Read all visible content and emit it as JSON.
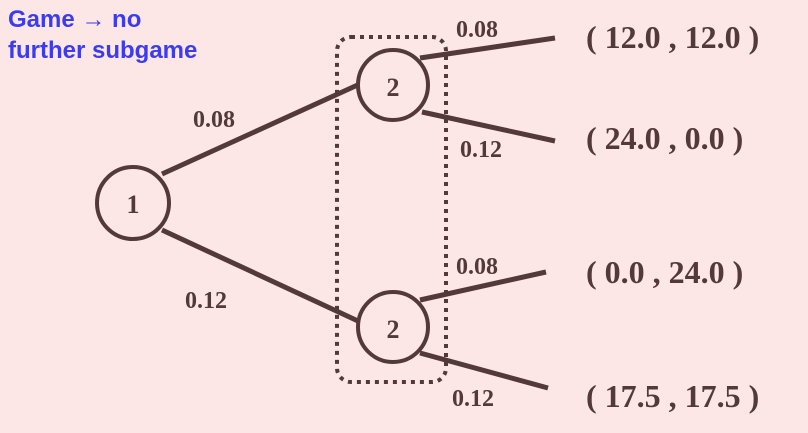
{
  "annotation": {
    "line1": "Game → no",
    "line2": "further subgame"
  },
  "colors": {
    "background": "#fde6e6",
    "ink": "#53393a",
    "annotation": "#3b3bf0"
  },
  "tree": {
    "root": {
      "player": "1"
    },
    "branches": [
      {
        "prob": "0.08",
        "node": {
          "player": "2"
        },
        "outcomes": [
          {
            "prob": "0.08",
            "payoff": "( 12.0 , 12.0 )"
          },
          {
            "prob": "0.12",
            "payoff": "( 24.0 , 0.0 )"
          }
        ]
      },
      {
        "prob": "0.12",
        "node": {
          "player": "2"
        },
        "outcomes": [
          {
            "prob": "0.08",
            "payoff": "( 0.0 , 24.0 )"
          },
          {
            "prob": "0.12",
            "payoff": "( 17.5 , 17.5 )"
          }
        ]
      }
    ],
    "information_set": "player-2-information-set"
  }
}
